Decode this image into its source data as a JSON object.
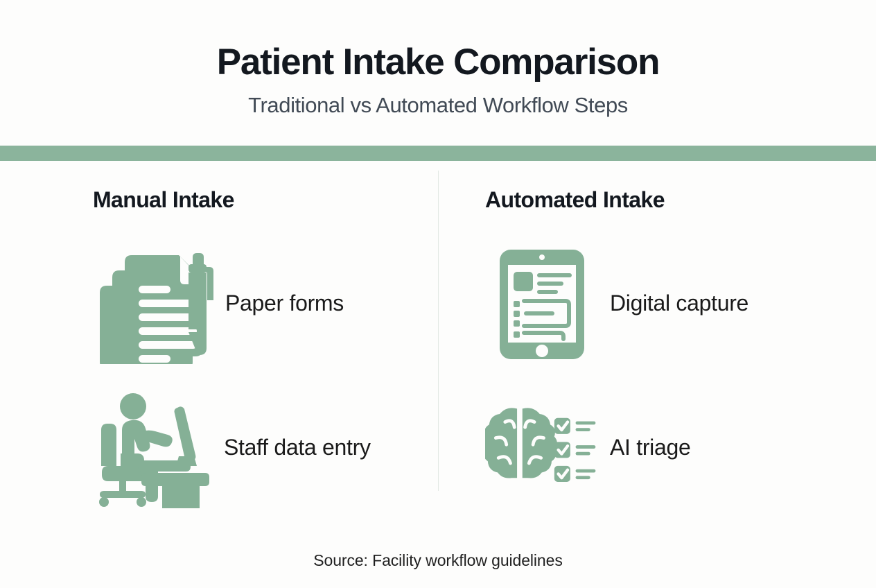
{
  "header": {
    "title": "Patient Intake Comparison",
    "subtitle": "Traditional vs Automated Workflow Steps"
  },
  "theme": {
    "accent_green": "#8bb49c",
    "icon_green": "#85b096",
    "background": "#fdfdfc",
    "title_color": "#13181f",
    "subtitle_color": "#414a55",
    "divider_color": "#e2e8e4"
  },
  "columns": [
    {
      "heading": "Manual Intake",
      "rows": [
        {
          "icon": "paper-forms-icon",
          "label": "Paper forms"
        },
        {
          "icon": "staff-data-entry-icon",
          "label": "Staff data entry"
        }
      ]
    },
    {
      "heading": "Automated Intake",
      "rows": [
        {
          "icon": "tablet-digital-capture-icon",
          "label": "Digital capture"
        },
        {
          "icon": "ai-brain-checklist-icon",
          "label": "AI triage"
        }
      ]
    }
  ],
  "footer": {
    "source": "Source: Facility workflow guidelines"
  }
}
